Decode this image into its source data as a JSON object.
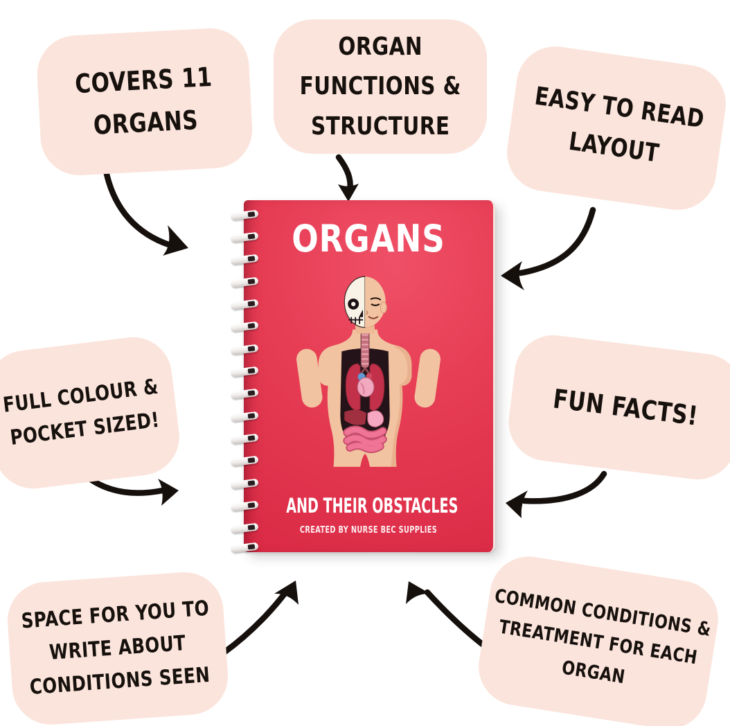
{
  "callouts": [
    {
      "id": "covers-11-organs",
      "text": "COVERS 11\nORGANS"
    },
    {
      "id": "organ-functions",
      "text": "ORGAN\nFUNCTIONS &\nSTRUCTURE"
    },
    {
      "id": "easy-to-read",
      "text": "EASY TO READ\nLAYOUT"
    },
    {
      "id": "full-colour",
      "text": "FULL COLOUR &\nPOCKET SIZED!"
    },
    {
      "id": "fun-facts",
      "text": "FUN FACTS!"
    },
    {
      "id": "space-to-write",
      "text": "SPACE FOR YOU TO\nWRITE ABOUT\nCONDITIONS SEEN"
    },
    {
      "id": "common-conditions",
      "text": "COMMON CONDITIONS &\nTREATMENT FOR EACH\nORGAN"
    }
  ],
  "book": {
    "title": "ORGANS",
    "subtitle": "AND THEIR OBSTACLES",
    "credit": "CREATED BY NURSE BEC SUPPLIES",
    "cover_illustration": "half-skull half-face human torso with internal organs"
  },
  "arrows": [
    {
      "name": "curved-arrow-covers-11-organs",
      "direction": "down-right toward book"
    },
    {
      "name": "curved-arrow-organ-functions",
      "direction": "down toward book top"
    },
    {
      "name": "curved-arrow-easy-to-read",
      "direction": "down-left toward book"
    },
    {
      "name": "curved-arrow-full-colour",
      "direction": "right toward book"
    },
    {
      "name": "curved-arrow-fun-facts",
      "direction": "left toward book"
    },
    {
      "name": "curved-arrow-space-to-write",
      "direction": "up-right toward book"
    },
    {
      "name": "curved-arrow-common-conditions",
      "direction": "up-left toward book"
    }
  ],
  "colors": {
    "background": "#FFFFFF",
    "bubble_bg": "#FBE4DB",
    "text": "#17110E",
    "arrow": "#16100D",
    "cover_red": "#E63C54",
    "cover_red_dark": "#DB2B46"
  }
}
